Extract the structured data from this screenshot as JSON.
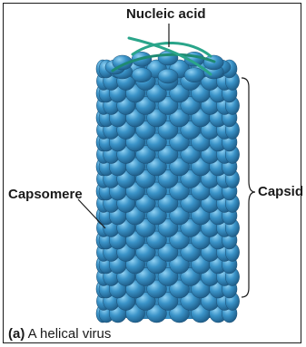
{
  "labels": {
    "nucleic_acid": "Nucleic acid",
    "capsomere": "Capsomere",
    "capsid": "Capsid"
  },
  "caption": {
    "marker": "(a)",
    "text": " A helical virus"
  },
  "colors": {
    "capsomere_fill": "#3a93c8",
    "capsomere_shadow": "#1f5f8a",
    "capsomere_highlight": "#7fc3e8",
    "nucleic_acid": "#2aa58a",
    "leader_line": "#1a1a1a",
    "border": "#1a1a1a"
  }
}
